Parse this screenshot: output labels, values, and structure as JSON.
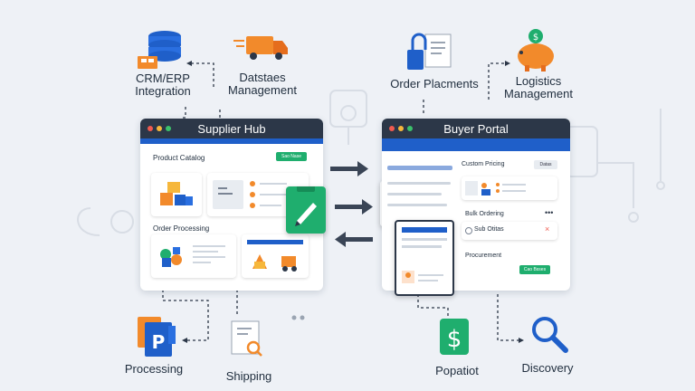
{
  "nodes": {
    "crm": "CRM/ERP\nIntegration",
    "datastores": "Datstaes\nManagement",
    "order_placements": "Order Placments",
    "logistics": "Logistics\nManagement",
    "processing": "Processing",
    "shipping": "Shipping",
    "popatiot": "Popatiot",
    "discovery": "Discovery"
  },
  "supplier_hub": {
    "title": "Supplier Hub",
    "product_catalog": "Product Catalog",
    "catalog_button": "Sao Nase",
    "order_processing": "Order Processing"
  },
  "buyer_portal": {
    "title": "Buyer Portal",
    "custom_pricing": "Custom Pricing",
    "pricing_button": "Datas",
    "bulk_ordering": "Bulk Ordering",
    "bulk_item": "Sub Otitas",
    "procurement": "Procurement",
    "procurement_button": "Cao Bsses"
  },
  "colors": {
    "titlebar": "#2c3748",
    "accent_blue": "#1f5fc9",
    "accent_green": "#1fae6e",
    "orange": "#f28a2b",
    "background": "#eef1f6"
  }
}
